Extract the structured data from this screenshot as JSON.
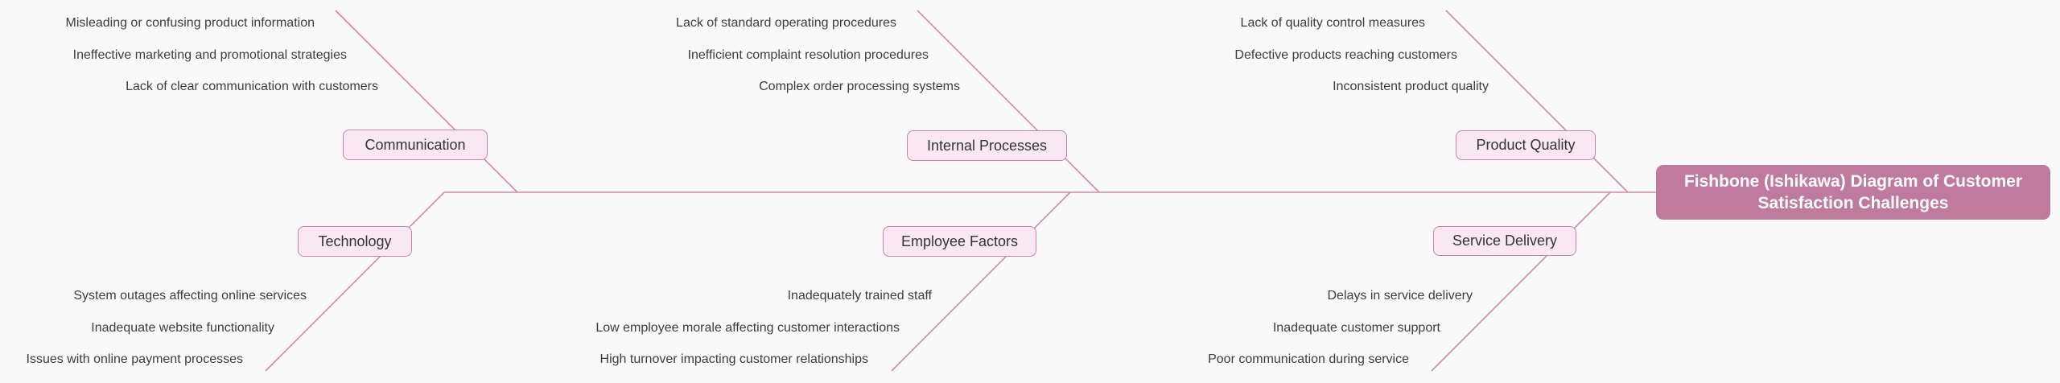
{
  "diagram_type": "fishbone-ishikawa",
  "colors": {
    "background": "#f9f9f9",
    "bone_line": "#cd8aab",
    "category_fill": "#f9e8f1",
    "category_border": "#c783a7",
    "category_text": "#333333",
    "cause_text": "#3d3d3d",
    "head_fill": "#c07a9e",
    "head_text": "#ffffff"
  },
  "head": {
    "title": "Fishbone (Ishikawa) Diagram of Customer Satisfaction Challenges"
  },
  "branches": [
    {
      "label": "Communication",
      "position": "top",
      "causes": [
        "Misleading or confusing product information",
        "Ineffective marketing and promotional strategies",
        "Lack of clear communication with customers"
      ]
    },
    {
      "label": "Internal Processes",
      "position": "top",
      "causes": [
        "Lack of standard operating procedures",
        "Inefficient complaint resolution procedures",
        "Complex order processing systems"
      ]
    },
    {
      "label": "Product Quality",
      "position": "top",
      "causes": [
        "Lack of quality control measures",
        "Defective products reaching customers",
        "Inconsistent product quality"
      ]
    },
    {
      "label": "Technology",
      "position": "bottom",
      "causes": [
        "System outages affecting online services",
        "Inadequate website functionality",
        "Issues with online payment processes"
      ]
    },
    {
      "label": "Employee Factors",
      "position": "bottom",
      "causes": [
        "Inadequately trained staff",
        "Low employee morale affecting customer interactions",
        "High turnover impacting customer relationships"
      ]
    },
    {
      "label": "Service Delivery",
      "position": "bottom",
      "causes": [
        "Delays in service delivery",
        "Inadequate customer support",
        "Poor communication during service"
      ]
    }
  ]
}
